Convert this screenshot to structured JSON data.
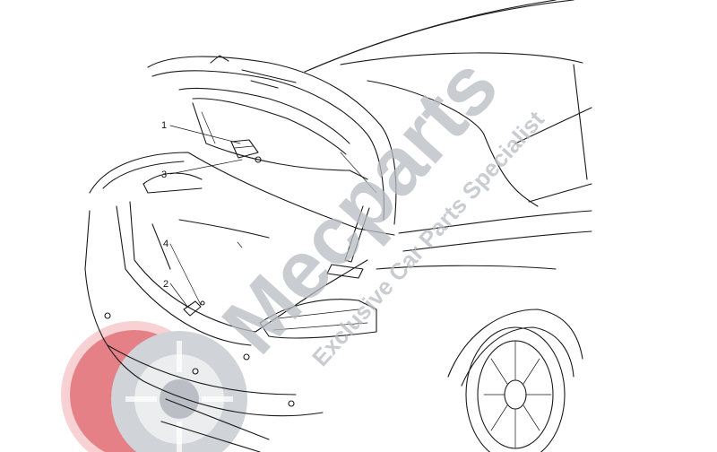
{
  "diagram": {
    "callouts": [
      {
        "id": "1",
        "label": "1"
      },
      {
        "id": "2",
        "label": "2"
      },
      {
        "id": "3",
        "label": "3"
      },
      {
        "id": "4",
        "label": "4"
      }
    ]
  },
  "watermark": {
    "brand": "Mecparts",
    "tagline": "Exclusive Car Parts Specialist",
    "colors": {
      "text": "#b8bcc2",
      "logo": "#e0454f",
      "logo_light": "#f2b1b6"
    }
  }
}
